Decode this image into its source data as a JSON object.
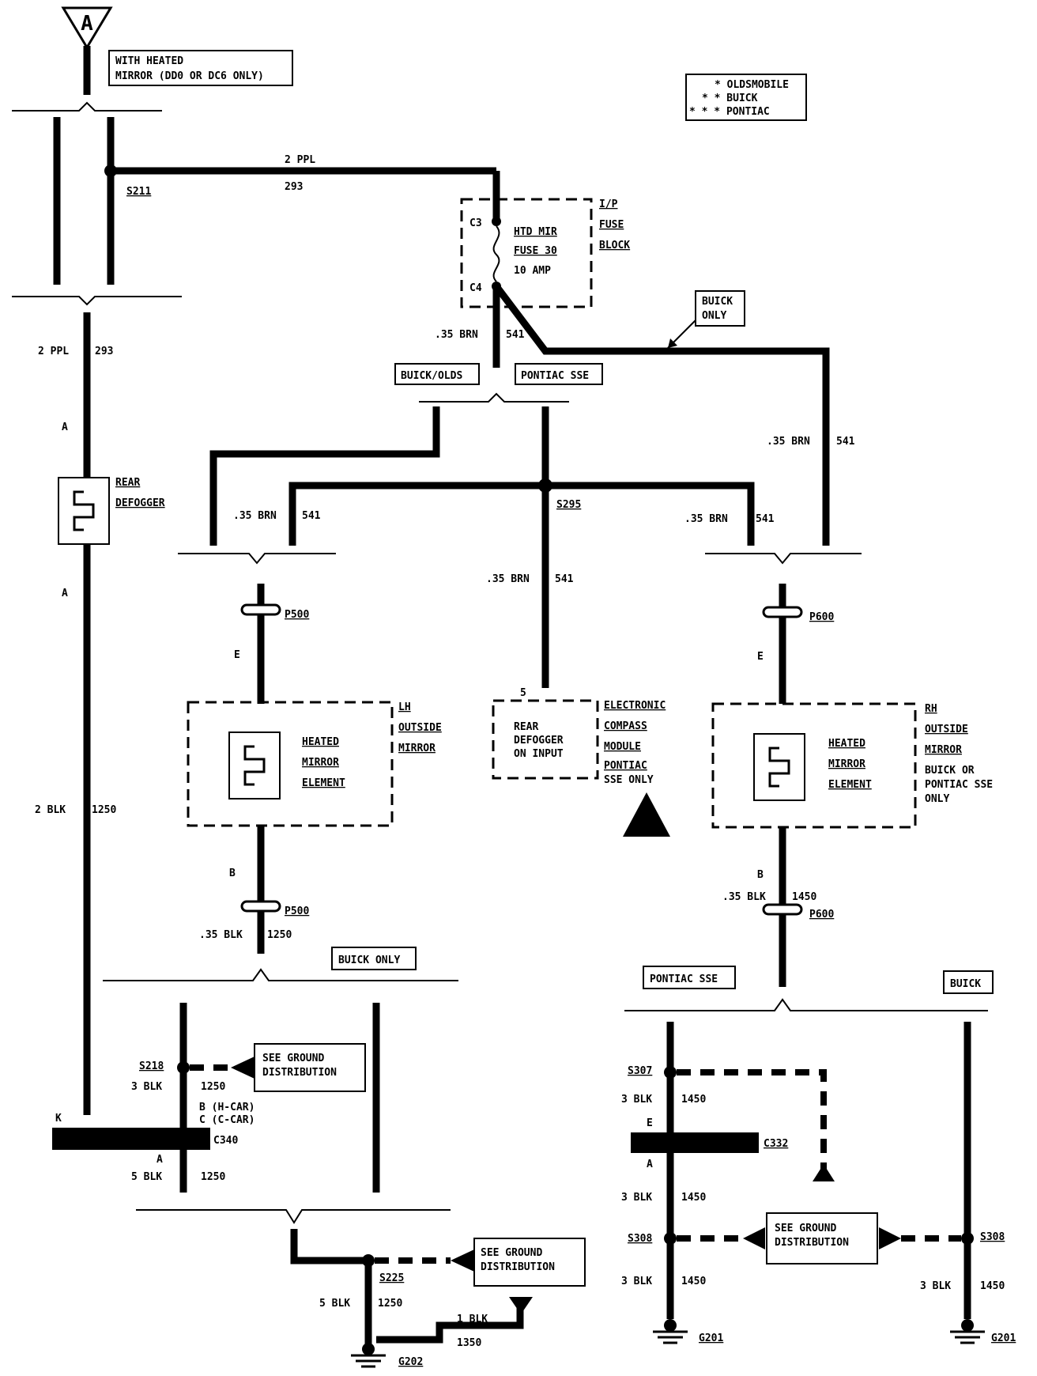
{
  "feed_symbol": "A",
  "notes": {
    "heated_mirror": [
      "WITH HEATED",
      "MIRROR (DD0 OR DC6 ONLY)"
    ],
    "legend": [
      "* OLDSMOBILE",
      "* * BUICK",
      "* * * PONTIAC"
    ],
    "buick_only_top": [
      "BUICK",
      "ONLY"
    ],
    "buick_olds": "BUICK/OLDS",
    "pontiac_sse_top": "PONTIAC SSE",
    "buick_only_mid": "BUICK ONLY",
    "pontiac_sse_bottom": "PONTIAC SSE",
    "buick_bottom": "BUICK"
  },
  "wires": {
    "w2ppl": "2 PPL",
    "w293": "293",
    "w035brn": ".35 BRN",
    "w541": "541",
    "w2blk": "2 BLK",
    "w1250": "1250",
    "w035blk": ".35 BLK",
    "w1450": "1450",
    "w3blk": "3 BLK",
    "w5blk": "5 BLK",
    "w1blk": "1 BLK",
    "w1350": "1350"
  },
  "splices": {
    "s211": "S211",
    "s295": "S295",
    "s218": "S218",
    "s225": "S225",
    "s307": "S307",
    "s308": "S308"
  },
  "connectors": {
    "p500": "P500",
    "p600": "P600",
    "c340": "C340",
    "c332": "C332",
    "c3": "C3",
    "c4": "C4",
    "pin_a": "A",
    "pin_e": "E",
    "pin_b": "B",
    "pin_k": "K",
    "pin_5": "5",
    "pin_b_hcar": "B (H-CAR)",
    "pin_c_ccar": "C (C-CAR)"
  },
  "grounds": {
    "g202": "G202",
    "g201": "G201"
  },
  "components": {
    "fuse_block": {
      "label": [
        "I/P",
        "FUSE",
        "BLOCK"
      ],
      "fuse": [
        "HTD MIR",
        "FUSE 30",
        "10 AMP"
      ]
    },
    "rear_defogger": [
      "REAR",
      "DEFOGGER"
    ],
    "lh_mirror": {
      "label": [
        "LH",
        "OUTSIDE",
        "MIRROR"
      ],
      "element": [
        "HEATED",
        "MIRROR",
        "ELEMENT"
      ]
    },
    "compass": {
      "label": [
        "ELECTRONIC",
        "COMPASS",
        "MODULE",
        "PONTIAC",
        "SSE ONLY"
      ],
      "input": [
        "REAR",
        "DEFOGGER",
        "ON INPUT"
      ]
    },
    "rh_mirror": {
      "label": [
        "RH",
        "OUTSIDE",
        "MIRROR",
        "BUICK OR",
        "PONTIAC SSE",
        "ONLY"
      ],
      "element": [
        "HEATED",
        "MIRROR",
        "ELEMENT"
      ]
    },
    "ground_dist": [
      "SEE GROUND",
      "DISTRIBUTION"
    ]
  },
  "colors": {
    "ink": "#000000",
    "paper": "#ffffff"
  }
}
